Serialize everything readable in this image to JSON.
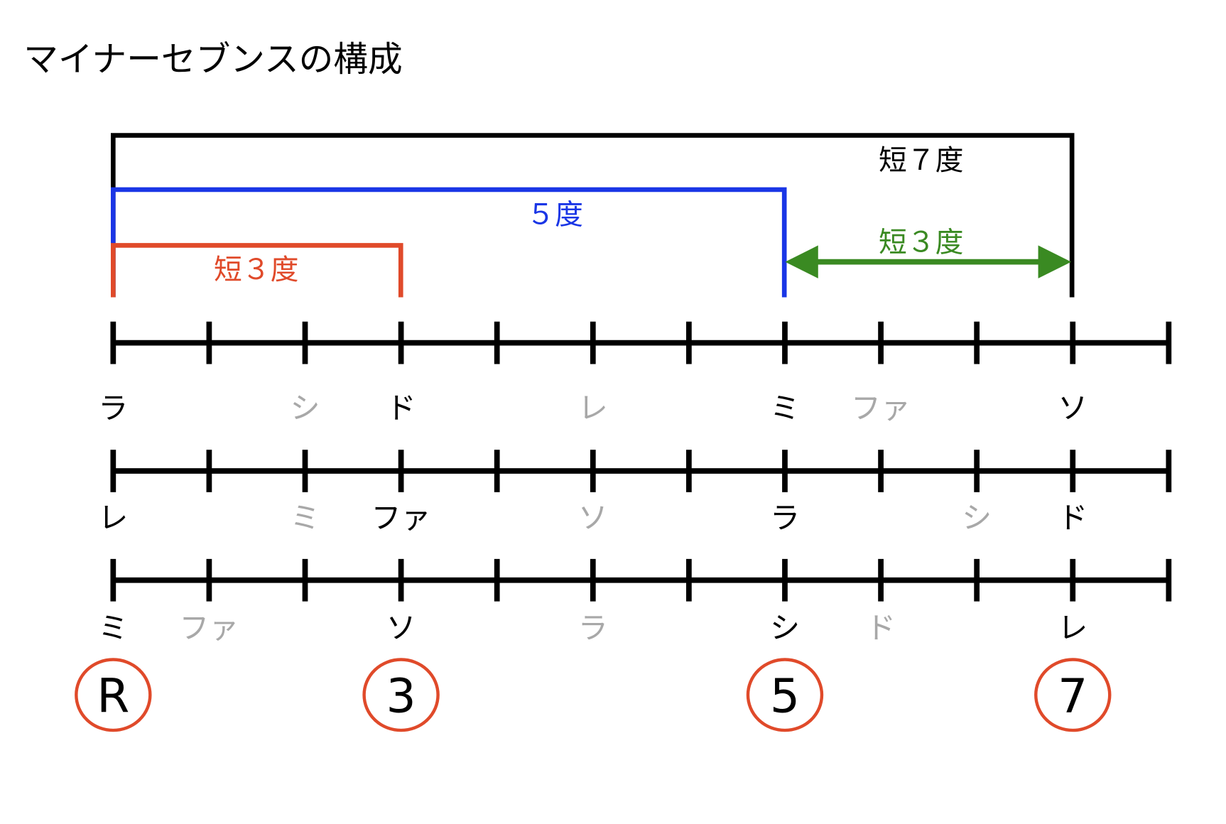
{
  "title": "マイナーセブンスの構成",
  "colors": {
    "black": "#000000",
    "blue": "#1a36e6",
    "red": "#e04a2a",
    "green": "#3a8a22",
    "muted": "#a8a8a8"
  },
  "intervals": {
    "minor7": "短７度",
    "fifth": "５度",
    "minor3": "短３度",
    "minor3_upper": "短３度"
  },
  "strings": [
    {
      "notes": [
        {
          "note": "ラ",
          "pos": 0,
          "muted": false
        },
        {
          "note": "シ",
          "pos": 2,
          "muted": true
        },
        {
          "note": "ド",
          "pos": 3,
          "muted": false
        },
        {
          "note": "レ",
          "pos": 5,
          "muted": true
        },
        {
          "note": "ミ",
          "pos": 7,
          "muted": false
        },
        {
          "note": "ファ",
          "pos": 8,
          "muted": true
        },
        {
          "note": "ソ",
          "pos": 10,
          "muted": false
        }
      ]
    },
    {
      "notes": [
        {
          "note": "レ",
          "pos": 0,
          "muted": false
        },
        {
          "note": "ミ",
          "pos": 2,
          "muted": true
        },
        {
          "note": "ファ",
          "pos": 3,
          "muted": false
        },
        {
          "note": "ソ",
          "pos": 5,
          "muted": true
        },
        {
          "note": "ラ",
          "pos": 7,
          "muted": false
        },
        {
          "note": "シ",
          "pos": 9,
          "muted": true
        },
        {
          "note": "ド",
          "pos": 10,
          "muted": false
        }
      ]
    },
    {
      "notes": [
        {
          "note": "ミ",
          "pos": 0,
          "muted": false
        },
        {
          "note": "ファ",
          "pos": 1,
          "muted": true
        },
        {
          "note": "ソ",
          "pos": 3,
          "muted": false
        },
        {
          "note": "ラ",
          "pos": 5,
          "muted": true
        },
        {
          "note": "シ",
          "pos": 7,
          "muted": false
        },
        {
          "note": "ド",
          "pos": 8,
          "muted": true
        },
        {
          "note": "レ",
          "pos": 10,
          "muted": false
        }
      ]
    }
  ],
  "degrees": [
    {
      "label": "R",
      "pos": 0
    },
    {
      "label": "3",
      "pos": 3
    },
    {
      "label": "5",
      "pos": 7
    },
    {
      "label": "7",
      "pos": 10
    }
  ]
}
